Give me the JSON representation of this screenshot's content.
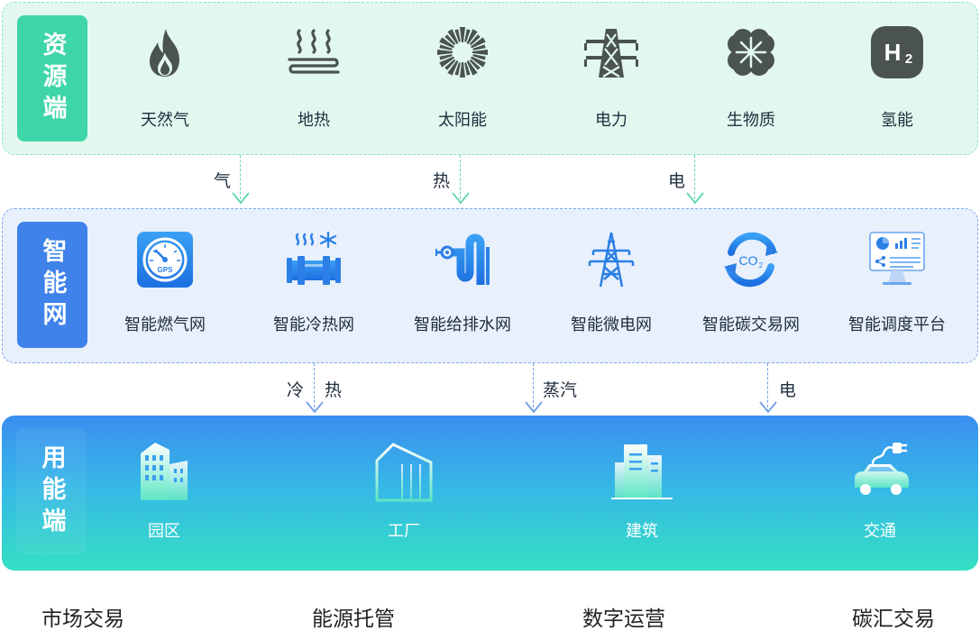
{
  "resource": {
    "title": "资源端",
    "items": [
      {
        "label": "天然气",
        "icon": "flame-icon"
      },
      {
        "label": "地热",
        "icon": "geothermal-icon"
      },
      {
        "label": "太阳能",
        "icon": "sun-icon"
      },
      {
        "label": "电力",
        "icon": "power-tower-icon"
      },
      {
        "label": "生物质",
        "icon": "clover-icon"
      },
      {
        "label": "氢能",
        "icon": "hydrogen-icon",
        "symbol": "H",
        "subscript": "2"
      }
    ]
  },
  "flows_top": [
    "气",
    "热",
    "电"
  ],
  "grid": {
    "title": "智能网",
    "items": [
      {
        "label": "智能燃气网",
        "icon": "gas-meter-icon",
        "icon_text": "GPS"
      },
      {
        "label": "智能冷热网",
        "icon": "heating-cooling-pipe-icon"
      },
      {
        "label": "智能给排水网",
        "icon": "water-pipe-icon"
      },
      {
        "label": "智能微电网",
        "icon": "transmission-tower-icon"
      },
      {
        "label": "智能碳交易网",
        "icon": "carbon-cycle-icon",
        "icon_text": "CO",
        "icon_sub": "2"
      },
      {
        "label": "智能调度平台",
        "icon": "dashboard-monitor-icon"
      }
    ]
  },
  "flows_mid": [
    {
      "parts": [
        "冷",
        "热"
      ]
    },
    {
      "parts": [
        "蒸汽"
      ]
    },
    {
      "parts": [
        "电"
      ]
    }
  ],
  "use": {
    "title": "用能端",
    "items": [
      {
        "label": "园区",
        "icon": "buildings-icon"
      },
      {
        "label": "工厂",
        "icon": "factory-icon"
      },
      {
        "label": "建筑",
        "icon": "office-building-icon"
      },
      {
        "label": "交通",
        "icon": "electric-car-icon"
      }
    ]
  },
  "bottom": [
    "市场交易",
    "能源托管",
    "数字运营",
    "碳汇交易"
  ],
  "colors": {
    "resource_bg": "#e2f8ef",
    "resource_accent": "#3ed6a8",
    "grid_bg": "#e8f0fc",
    "grid_accent": "#3e82ea",
    "use_gradient_top": "#3a8ff0",
    "use_gradient_bottom": "#34e0c2",
    "icon_dark": "#4a5352"
  }
}
